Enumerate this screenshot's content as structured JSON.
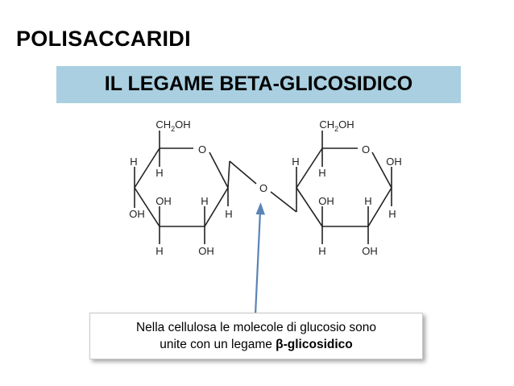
{
  "title": "POLISACCARIDI",
  "banner": {
    "text": "IL LEGAME BETA-GLICOSIDICO",
    "background": "#a9cfe0"
  },
  "molecule": {
    "left_ring": {
      "ch2oh_main": "CH",
      "ch2oh_sub": "2",
      "ch2oh_tail": "OH",
      "ring_oxygen": "O",
      "h_top_left": "H",
      "h_inner": "H",
      "oh_inner": "OH",
      "h_inner_right": "H",
      "oh_left": "OH",
      "h_right": "H",
      "h_bottom": "H",
      "oh_bottom": "OH"
    },
    "bridge_oxygen": "O",
    "right_ring": {
      "ch2oh_main": "CH",
      "ch2oh_sub": "2",
      "ch2oh_tail": "OH",
      "ring_oxygen": "O",
      "h_top_left": "H",
      "h_inner": "H",
      "oh_right": "OH",
      "oh_inner": "OH",
      "h_inner_right": "H",
      "h_right": "H",
      "h_bottom": "H",
      "oh_bottom": "OH"
    }
  },
  "arrow_color": "#5b84b6",
  "callout": {
    "line1": "Nella cellulosa le molecole di glucosio sono",
    "line2_prefix": "unite con un legame ",
    "line2_bold": "β-glicosidico"
  }
}
